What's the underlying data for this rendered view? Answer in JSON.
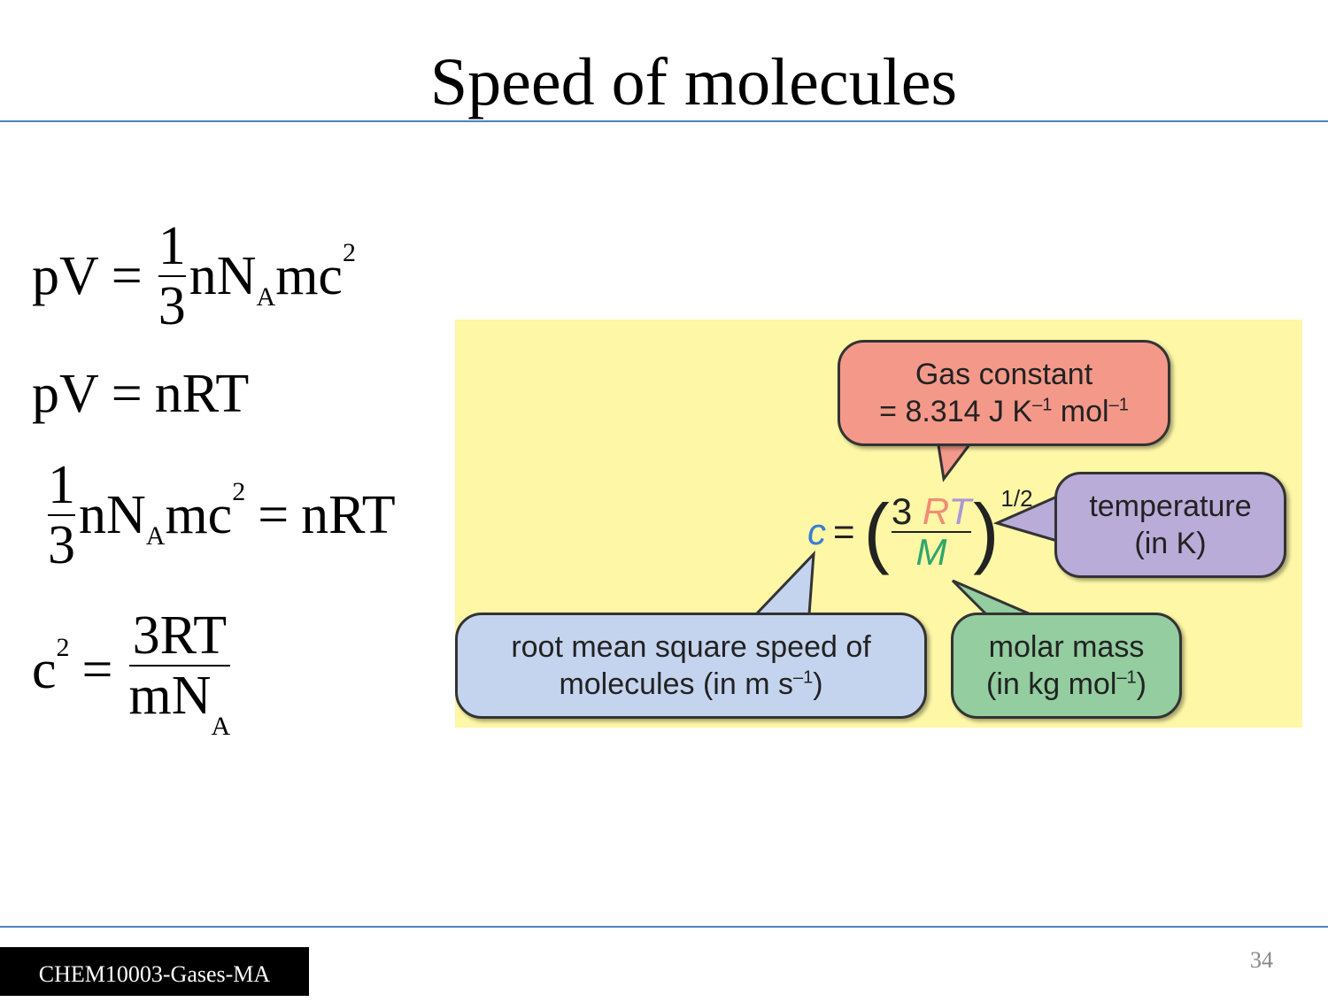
{
  "slide": {
    "title": "Speed of molecules",
    "page_number": "34",
    "footer_label": "CHEM10003-Gases-MA"
  },
  "equations": {
    "eq1": {
      "lhs": "pV",
      "eq": "=",
      "num": "1",
      "den": "3",
      "rest": "nN",
      "sub": "A",
      "rest2": "mc",
      "sup": "2"
    },
    "eq2": {
      "text": "pV",
      "eq": "=",
      "rhs": "nRT"
    },
    "eq3": {
      "num": "1",
      "den": "3",
      "rest": "nN",
      "sub": "A",
      "rest2": "mc",
      "sup": "2",
      "eq": "=",
      "rhs": "nRT"
    },
    "eq4": {
      "lhs": "c",
      "sup": "2",
      "eq": "=",
      "num": "3RT",
      "den": "mN",
      "sub": "A"
    }
  },
  "figure": {
    "formula": {
      "c": "c",
      "equals": "=",
      "lparen": "(",
      "three": "3",
      "R": "R",
      "T": "T",
      "M": "M",
      "rparen": ")",
      "exponent": "1/2"
    },
    "gas_constant": {
      "line1": "Gas constant",
      "line2_a": "= 8.314 J K",
      "sup1": "–1",
      "line2_b": " mol",
      "sup2": "–1"
    },
    "temperature": {
      "line1": "temperature",
      "line2": "(in K)"
    },
    "rms": {
      "line1": "root mean square speed of",
      "line2_a": "molecules (in m s",
      "sup": "–1",
      "line2_b": ")"
    },
    "molar_mass": {
      "line1": "molar mass",
      "line2_a": "(in kg mol",
      "sup": "–1",
      "line2_b": ")"
    },
    "colors": {
      "background": "#fdf7a6",
      "gas_bubble": "#f4998a",
      "temperature_bubble": "#b9acd9",
      "rms_bubble": "#c5d4ee",
      "molar_bubble": "#93cda0",
      "c_symbol": "#3a7bd5",
      "R_symbol": "#f28b76",
      "T_symbol": "#a998d6",
      "M_symbol": "#2fa66b"
    }
  }
}
